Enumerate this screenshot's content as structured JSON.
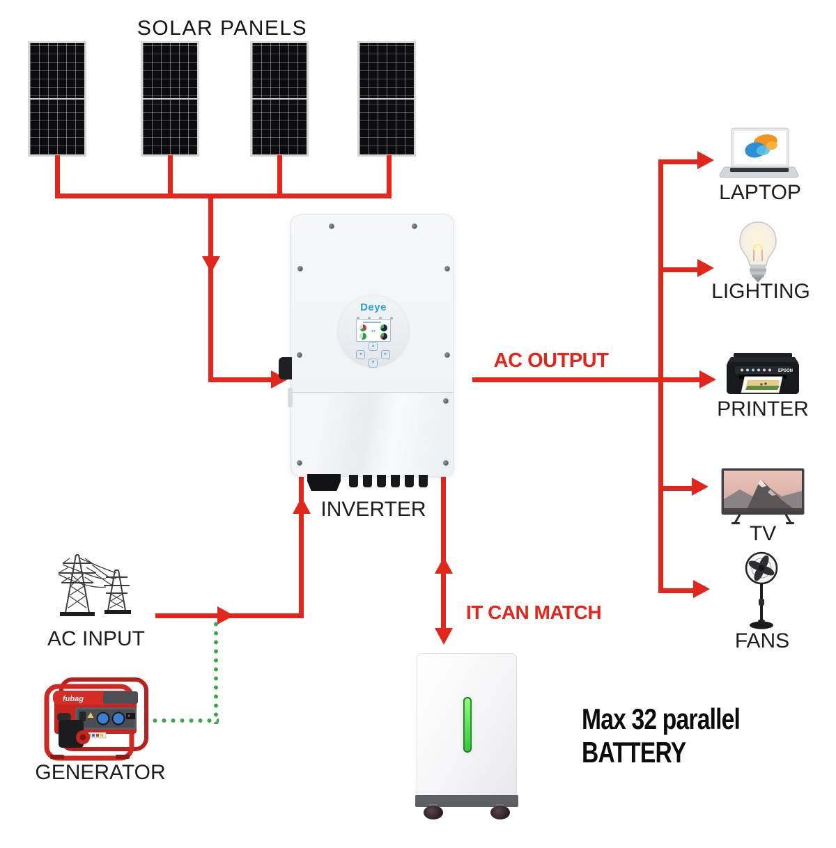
{
  "colors": {
    "line_red": "#e2261c",
    "dotted_green": "#3aa84a"
  },
  "title": "SOLAR PANELS",
  "solar": {
    "panel_count": 4
  },
  "inverter": {
    "brand": "Deye",
    "label": "INVERTER"
  },
  "labels": {
    "ac_output": "AC OUTPUT",
    "it_can_match": "IT CAN MATCH",
    "ac_input": "AC INPUT",
    "generator": "GENERATOR"
  },
  "devices": [
    {
      "label": "LAPTOP"
    },
    {
      "label": "LIGHTING"
    },
    {
      "label": "PRINTER"
    },
    {
      "label": "TV"
    },
    {
      "label": "FANS"
    }
  ],
  "battery": {
    "line1": "Max 32 parallel",
    "line2": "BATTERY"
  },
  "brands": {
    "generator": "fubag",
    "printer": "EPSON"
  }
}
